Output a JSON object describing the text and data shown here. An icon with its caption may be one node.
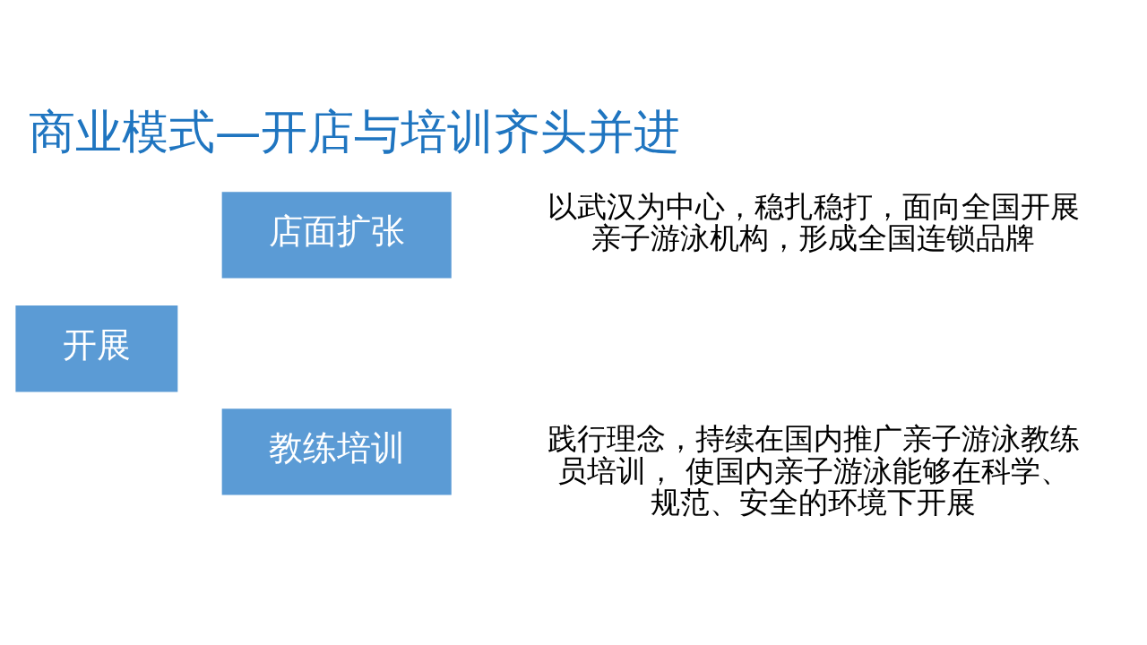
{
  "diagram": {
    "title": "商业模式—开店与培训齐头并进",
    "nodes": [
      {
        "text": [
          "开展"
        ]
      },
      {
        "text": [
          "店面扩张"
        ],
        "beside": [
          "以武汉为中心，稳扎稳打，面向全国开展亲子游泳机构，形成全国连锁品牌"
        ]
      },
      {
        "text": [
          "教练培训"
        ],
        "beside": [
          "践行理念，持续在国内推广亲子游泳教练员培训， 使国内亲子游泳能够在科学、规范、安全的环境下开展"
        ]
      }
    ]
  }
}
